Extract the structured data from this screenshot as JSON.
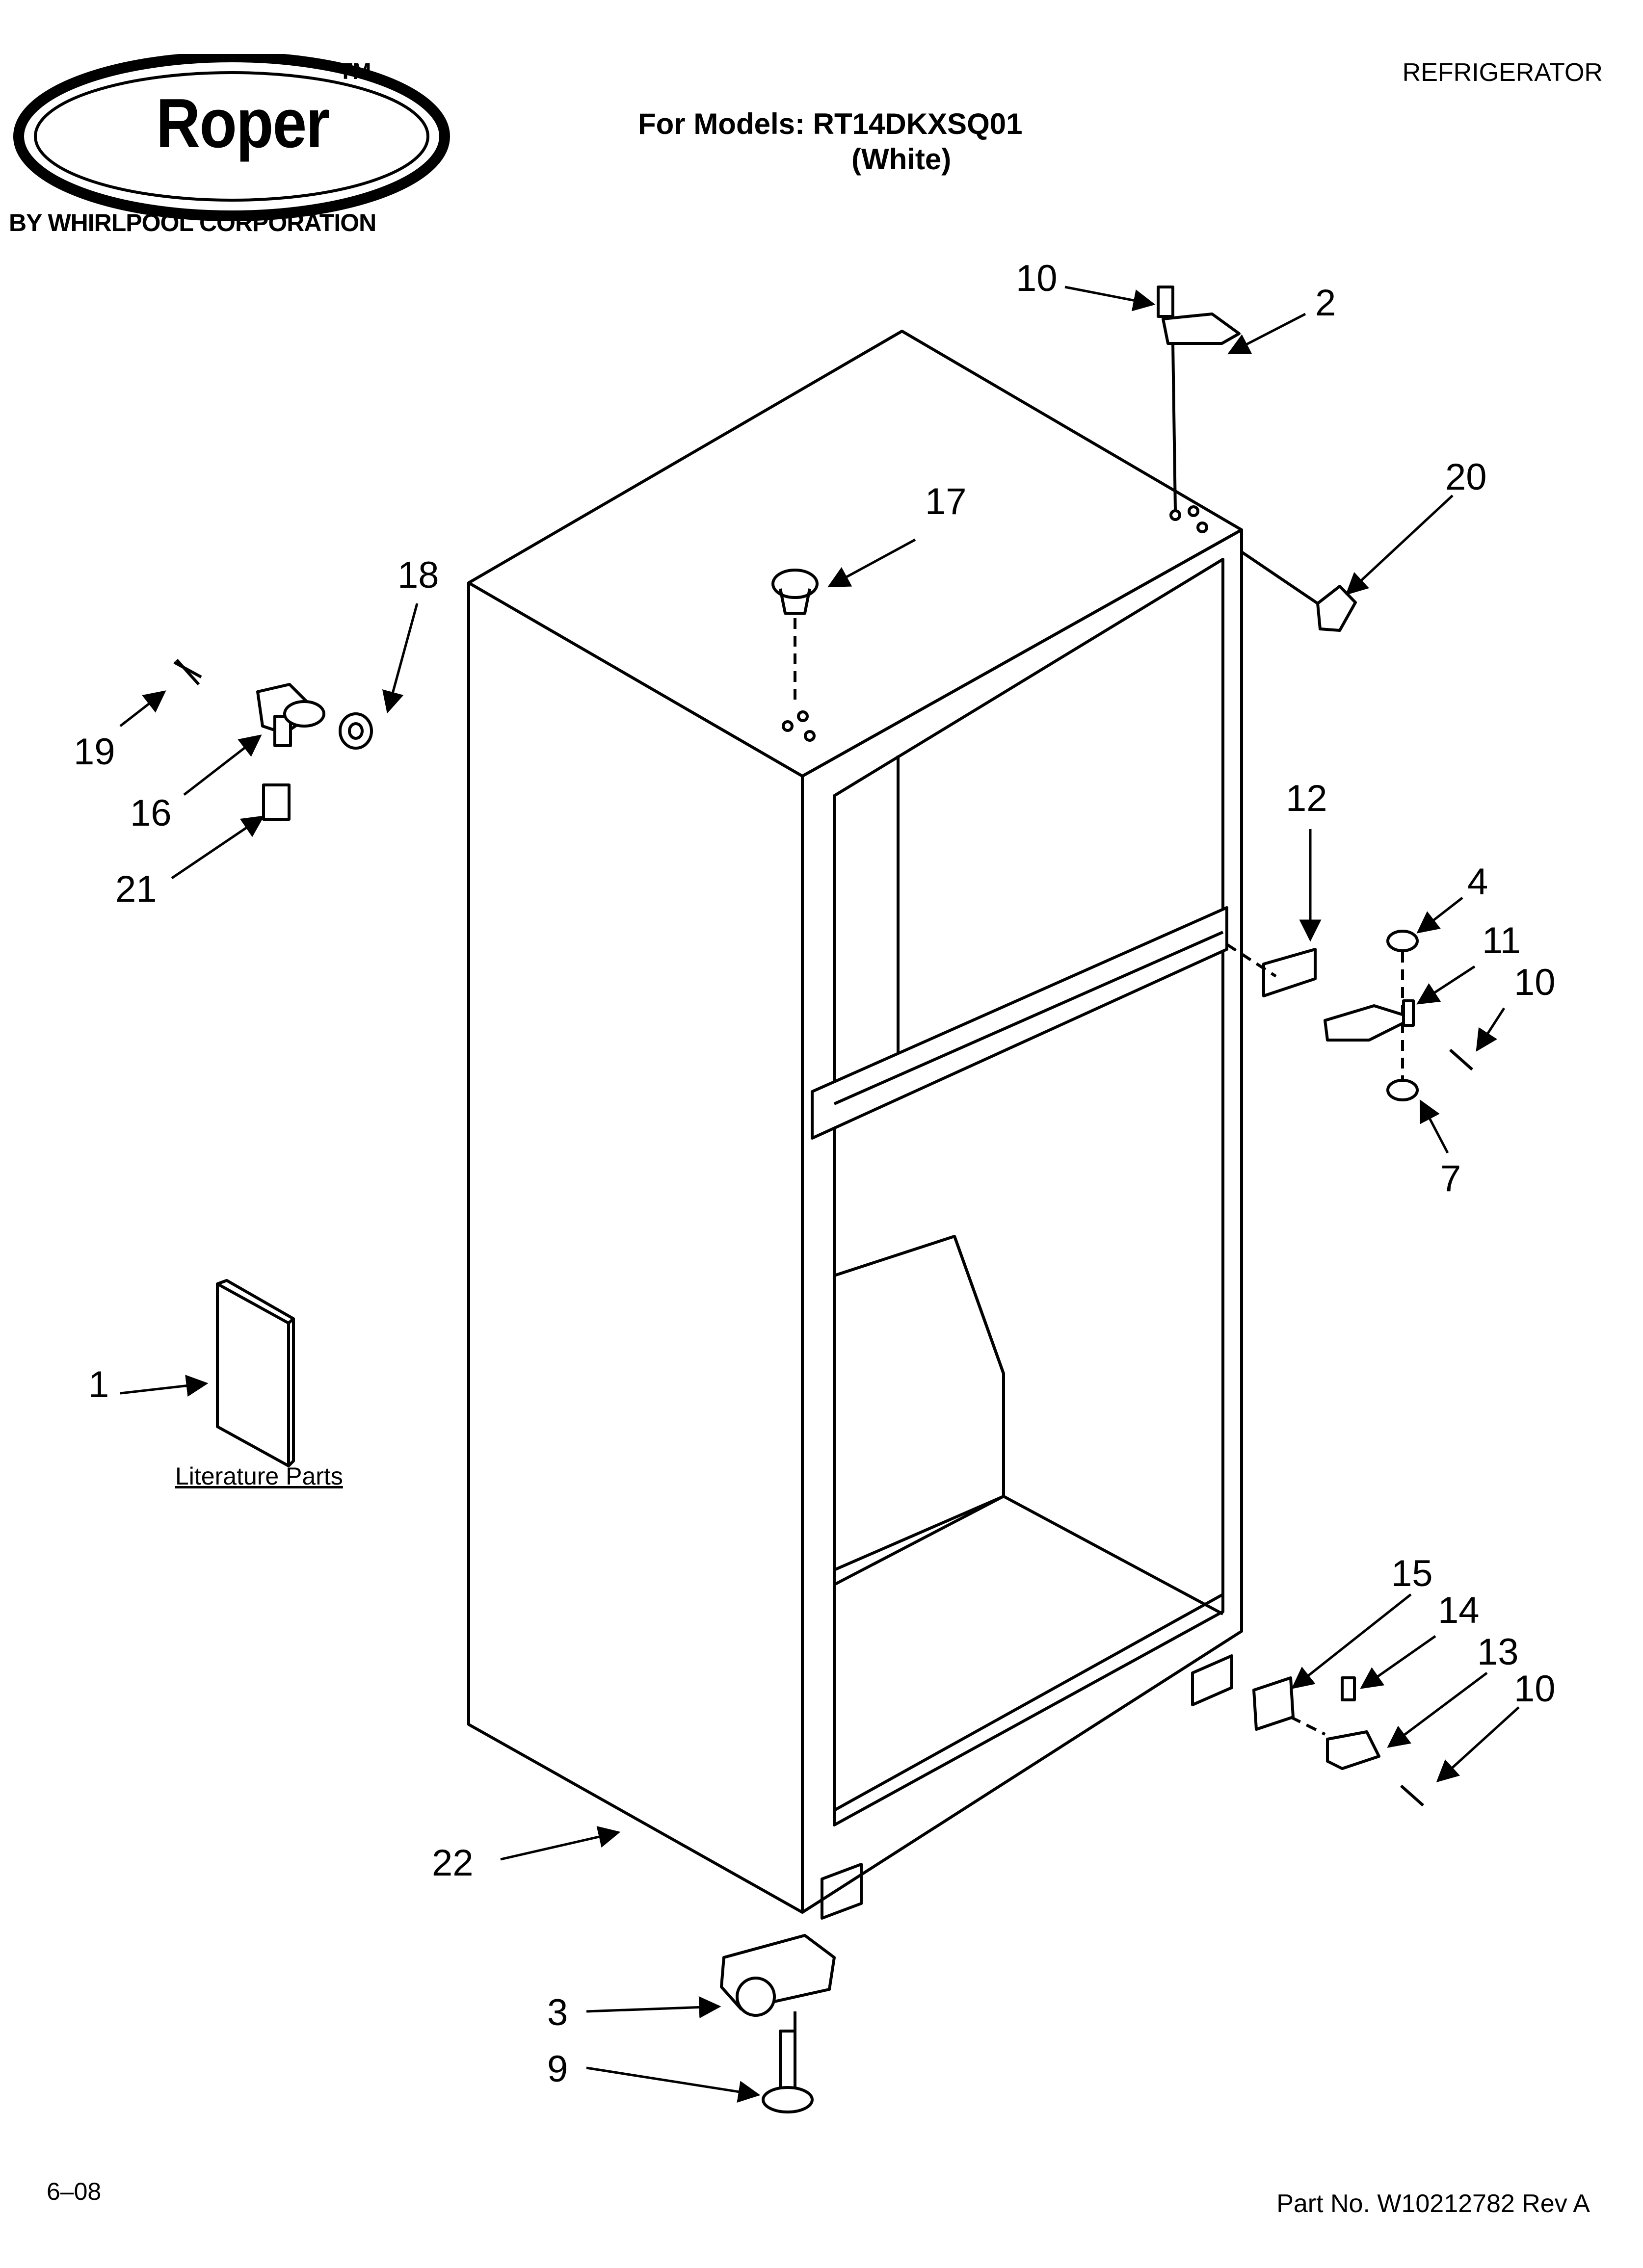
{
  "header": {
    "brand": "Roper",
    "trademark": "TM",
    "brand_subline": "BY WHIRLPOOL CORPORATION",
    "category": "REFRIGERATOR",
    "models_line": "For Models: RT14DKXSQ01",
    "color_line": "(White)"
  },
  "diagram": {
    "literature_label": "Literature Parts",
    "callouts": [
      "10",
      "2",
      "20",
      "17",
      "18",
      "19",
      "16",
      "21",
      "12",
      "4",
      "11",
      "10",
      "7",
      "1",
      "15",
      "14",
      "13",
      "10",
      "22",
      "3",
      "9"
    ]
  },
  "footer": {
    "date": "6–08",
    "part_number": "Part No. W10212782 Rev A"
  }
}
